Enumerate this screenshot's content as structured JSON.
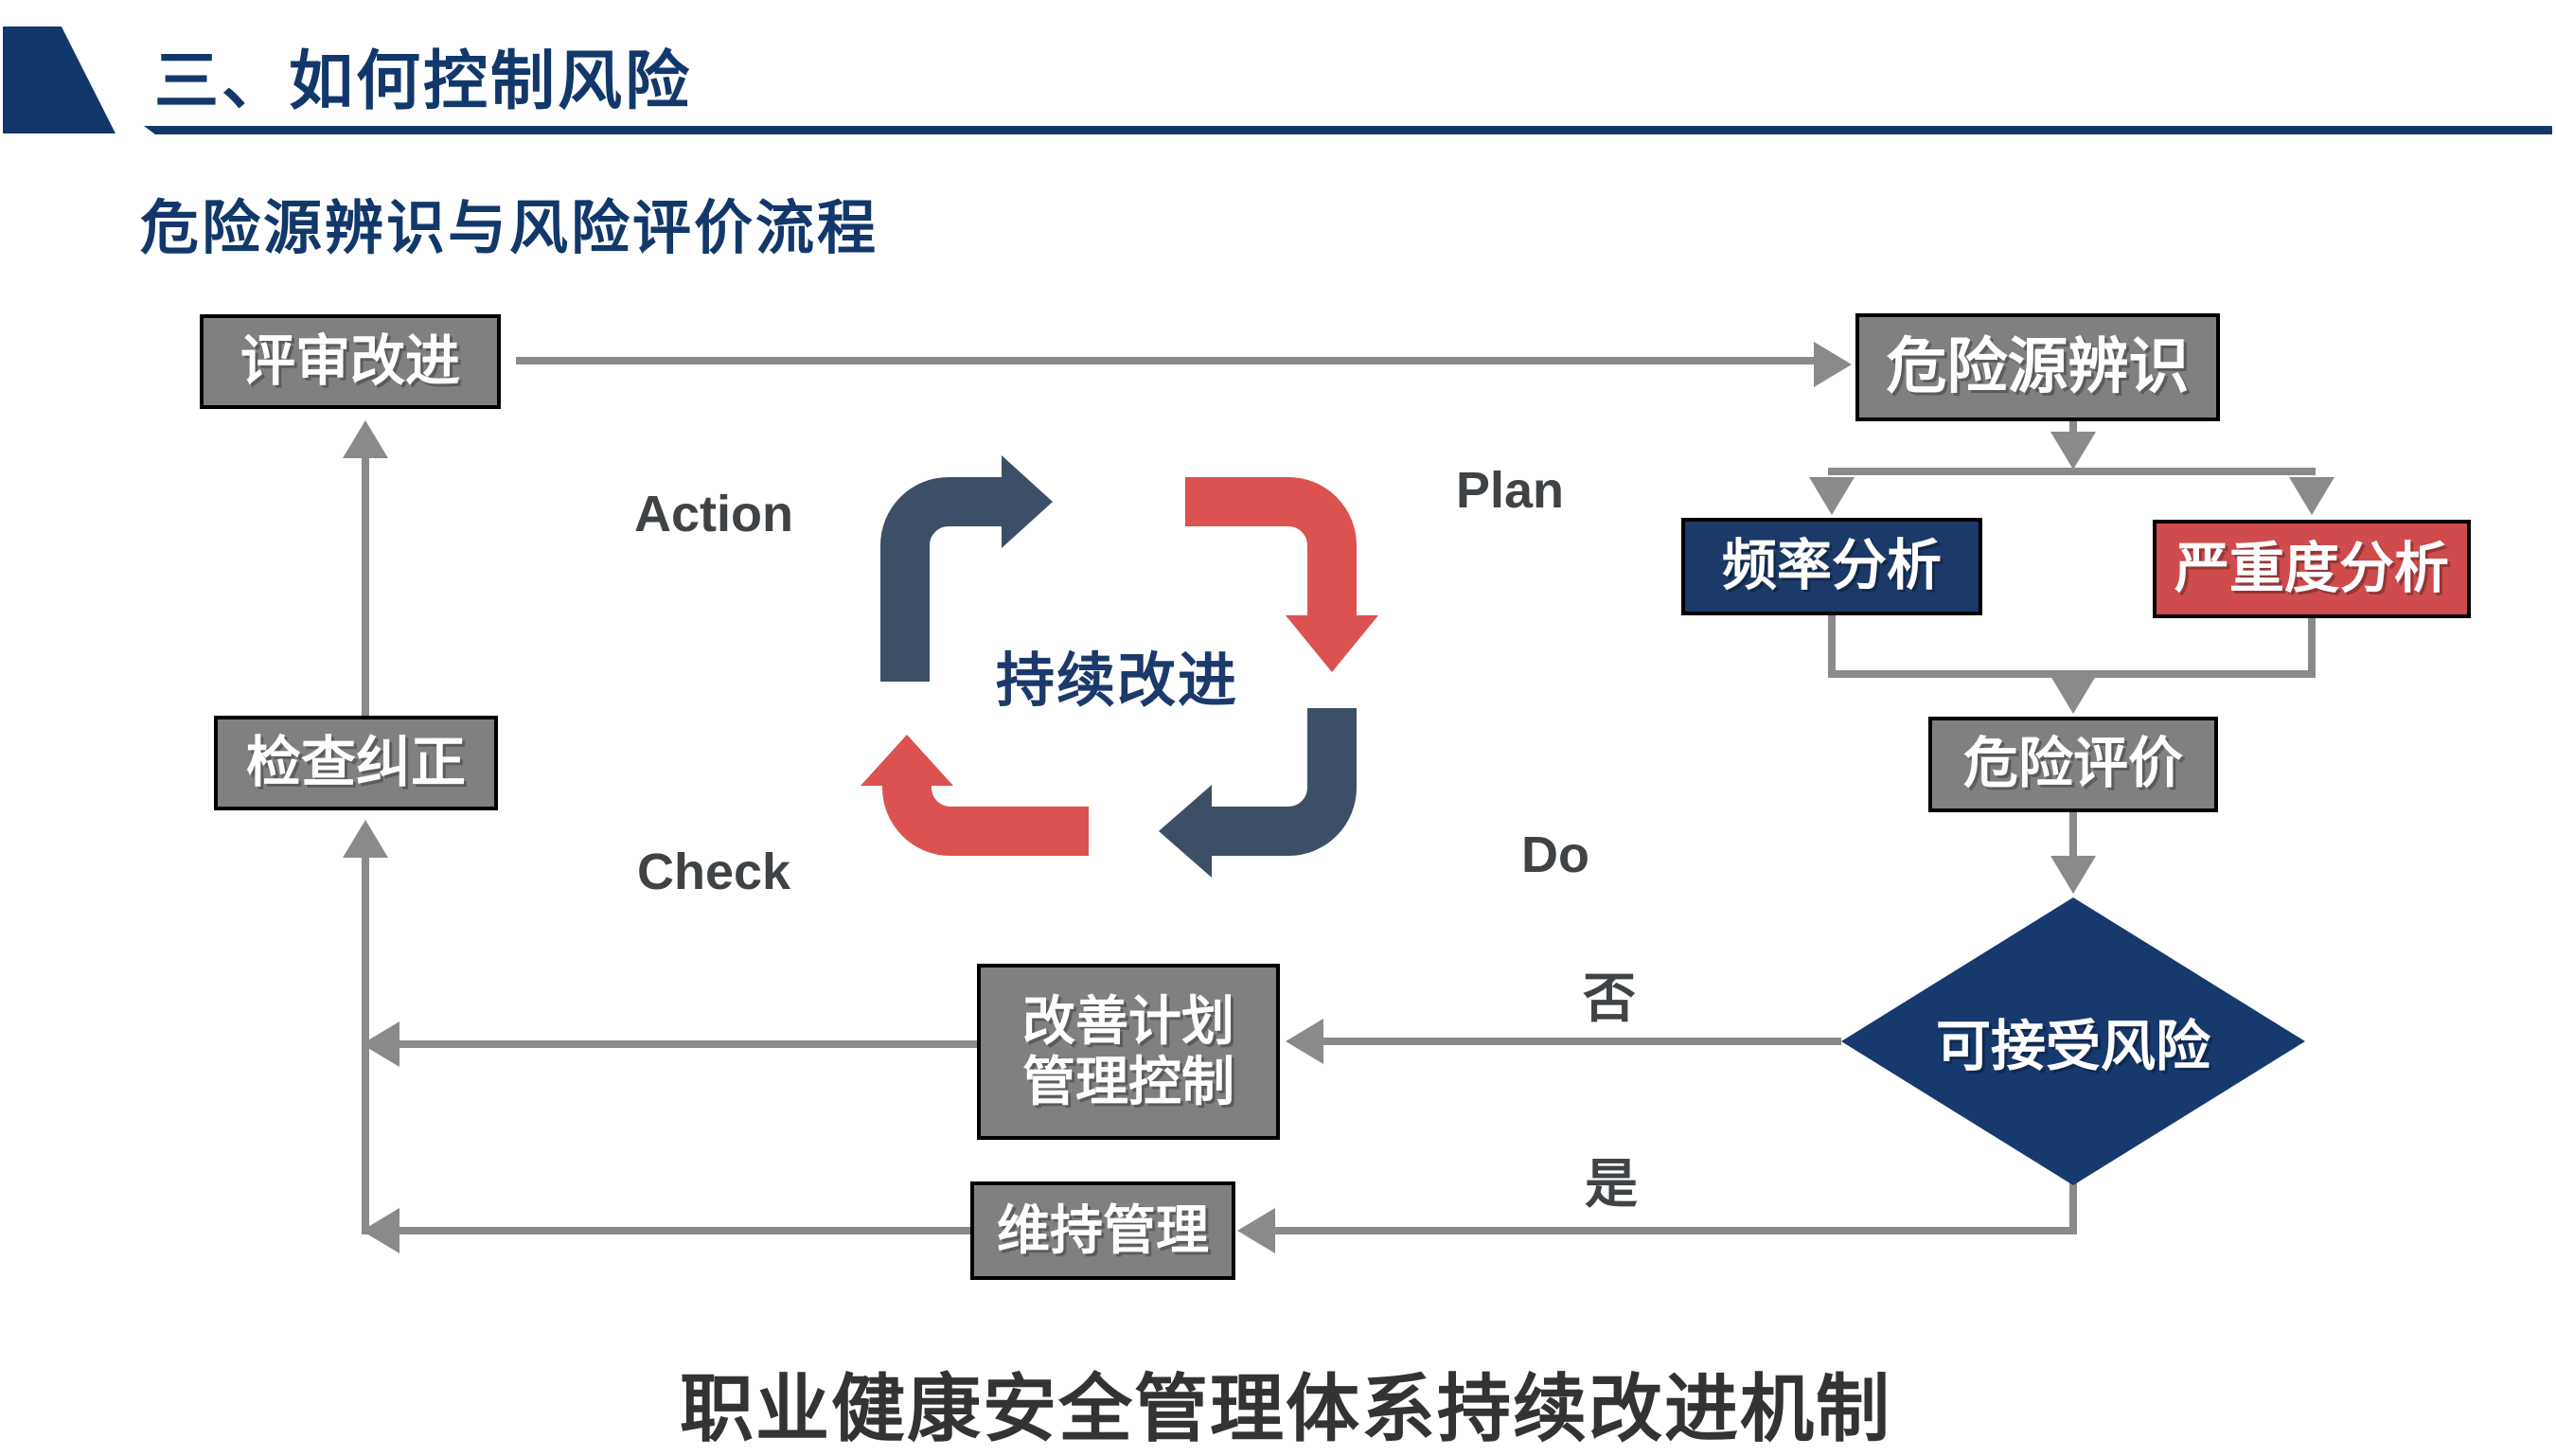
{
  "header": {
    "title": "三、如何控制风险",
    "subtitle": "危险源辨识与风险评价流程"
  },
  "pdca": {
    "action_label": "Action",
    "plan_label": "Plan",
    "check_label": "Check",
    "do_label": "Do",
    "center_text": "持续改进"
  },
  "flow": {
    "review": "评审改进",
    "identify": "危险源辨识",
    "frequency": "频率分析",
    "severity": "严重度分析",
    "evaluate": "危险评价",
    "decision": "可接受风险",
    "improve_line1": "改善计划",
    "improve_line2": "管理控制",
    "maintain": "维持管理",
    "check_correct": "检查纠正",
    "no_label": "否",
    "yes_label": "是"
  },
  "caption": "职业健康安全管理体系持续改进机制",
  "colors": {
    "navy_header": "#12386B",
    "navy_node": "#1B3A69",
    "navy_diamond": "#16396E",
    "node_gray": "#808080",
    "connector_gray": "#8A8A8A",
    "red_node": "#CF4B4C",
    "red_arrow": "#DB5250",
    "dark_arrow": "#3D4F66",
    "label_gray": "#3F4345",
    "caption_color": "#333333"
  }
}
